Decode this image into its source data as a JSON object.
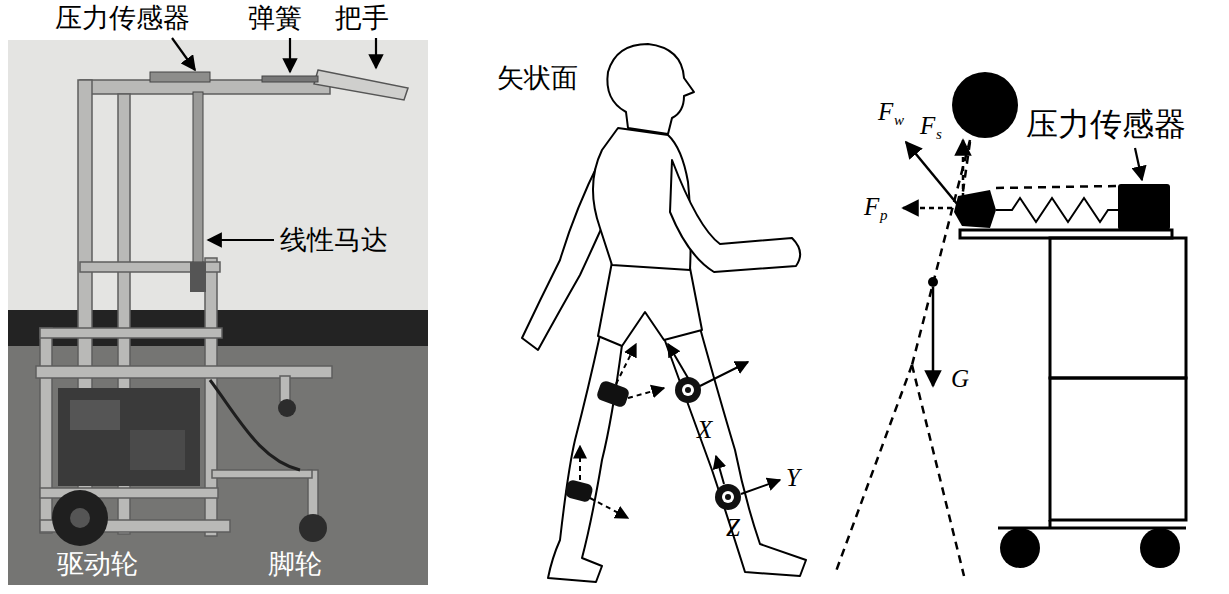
{
  "diagram": {
    "labels": [
      "压力传感器",
      "弹簧",
      "把手",
      "线性马达",
      "驱动轮",
      "脚轮",
      "矢状面",
      "X",
      "Y",
      "Z",
      "F",
      "w",
      "F",
      "s",
      "F",
      "p",
      "G",
      "压力传感器"
    ]
  }
}
